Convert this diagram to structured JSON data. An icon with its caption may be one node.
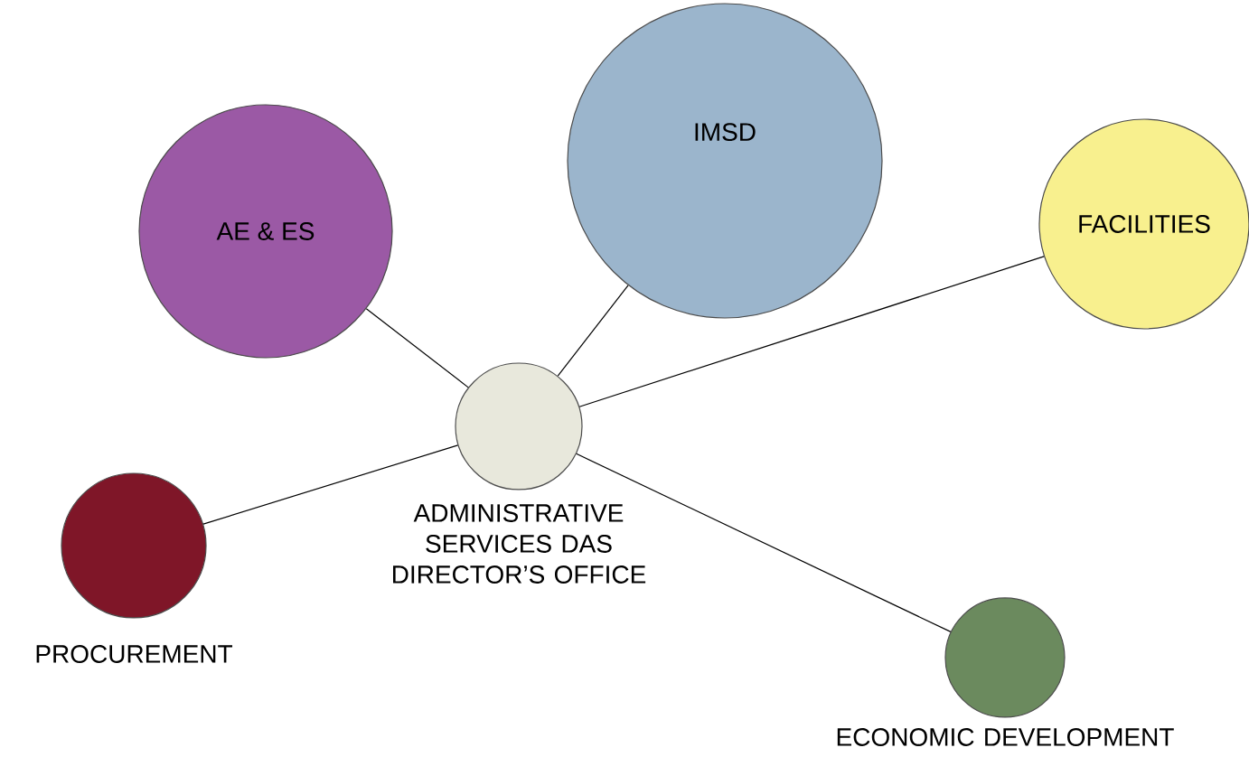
{
  "diagram": {
    "nodes": [
      {
        "text": [],
        "shape": "circle",
        "beside": [
          "ADMINISTRATIVE SERVICES DAS DIRECTOR’S OFFICE"
        ]
      },
      {
        "text": [
          "AE & ES"
        ]
      },
      {
        "text": [
          "IMSD"
        ]
      },
      {
        "text": [
          "FACILITIES"
        ]
      },
      {
        "text": [],
        "shape": "circle",
        "beside": [
          "PROCUREMENT"
        ]
      },
      {
        "text": [],
        "shape": "circle",
        "beside": [
          "ECONOMIC DEVELOPMENT"
        ]
      }
    ],
    "edges": [
      {
        "from": 1,
        "to": 0,
        "arrow": "none"
      },
      {
        "from": 2,
        "to": 0,
        "arrow": "none"
      },
      {
        "from": 3,
        "to": 0,
        "arrow": "none"
      },
      {
        "from": 4,
        "to": 0,
        "arrow": "none"
      },
      {
        "from": 0,
        "to": 5,
        "arrow": "none"
      }
    ]
  }
}
